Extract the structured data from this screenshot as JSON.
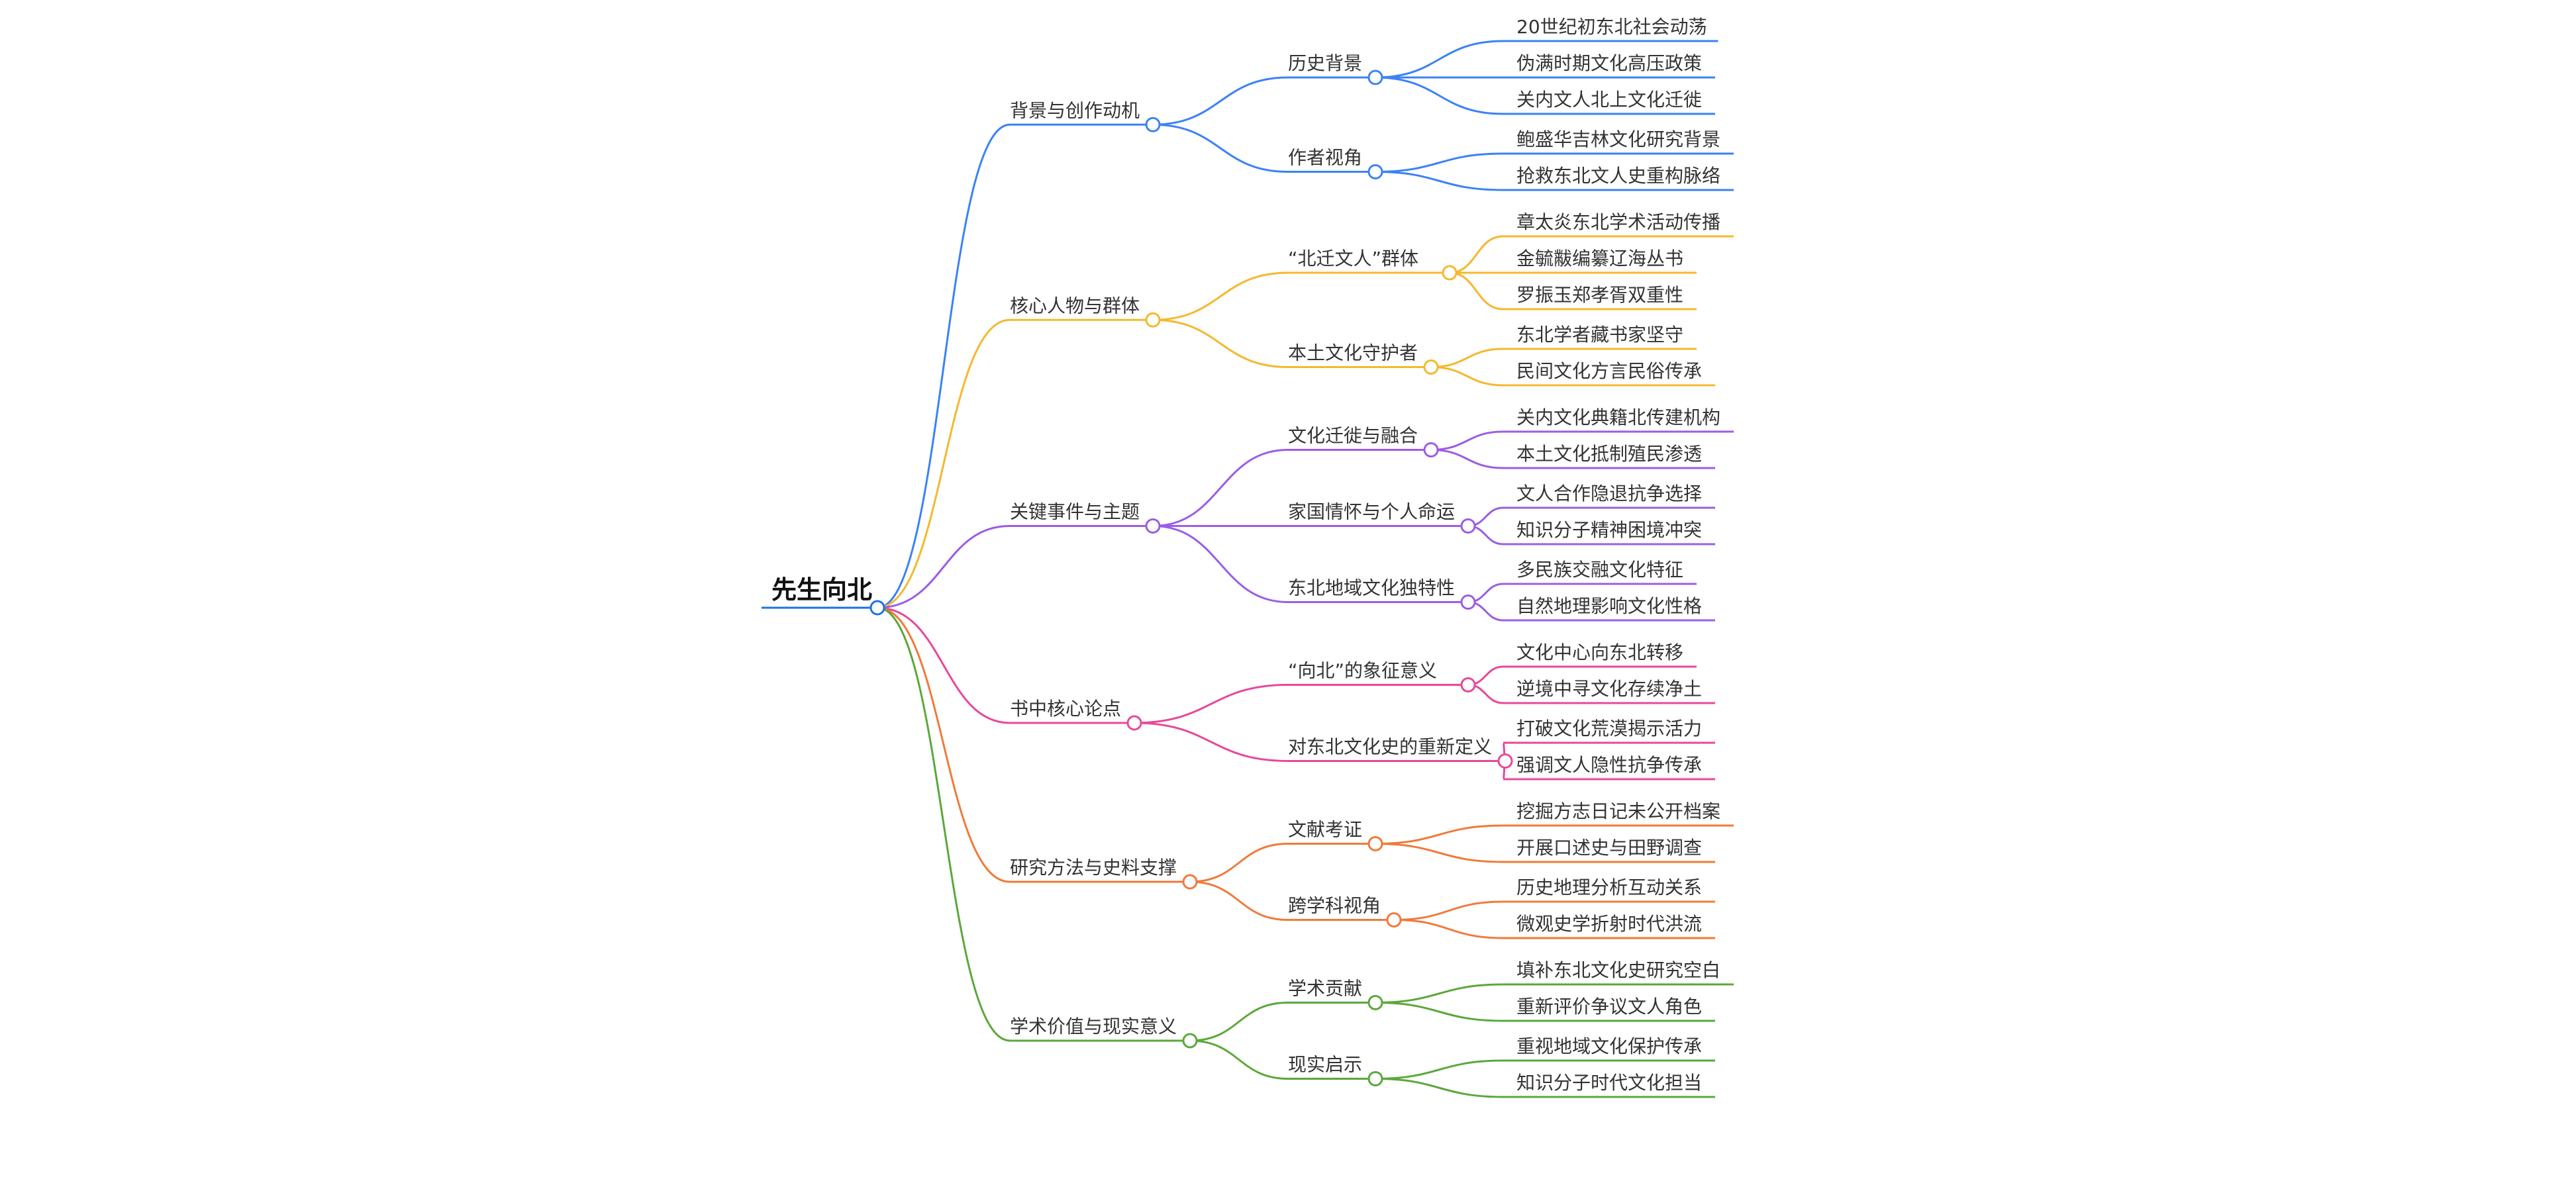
{
  "root": {
    "label": "先生向北",
    "color": "#1a73e8"
  },
  "branches": [
    {
      "label": "背景与创作动机",
      "color": "#3b82f6",
      "children": [
        {
          "label": "历史背景",
          "children": [
            "20世纪初东北社会动荡",
            "伪满时期文化高压政策",
            "关内文人北上文化迁徙"
          ]
        },
        {
          "label": "作者视角",
          "children": [
            "鲍盛华吉林文化研究背景",
            "抢救东北文人史重构脉络"
          ]
        }
      ]
    },
    {
      "label": "核心人物与群体",
      "color": "#f5b82e",
      "children": [
        {
          "label": "“北迁文人”群体",
          "children": [
            "章太炎东北学术活动传播",
            "金毓黻编纂辽海丛书",
            "罗振玉郑孝胥双重性"
          ]
        },
        {
          "label": "本土文化守护者",
          "children": [
            "东北学者藏书家坚守",
            "民间文化方言民俗传承"
          ]
        }
      ]
    },
    {
      "label": "关键事件与主题",
      "color": "#9b5de5",
      "children": [
        {
          "label": "文化迁徙与融合",
          "children": [
            "关内文化典籍北传建机构",
            "本土文化抵制殖民渗透"
          ]
        },
        {
          "label": "家国情怀与个人命运",
          "children": [
            "文人合作隐退抗争选择",
            "知识分子精神困境冲突"
          ]
        },
        {
          "label": "东北地域文化独特性",
          "children": [
            "多民族交融文化特征",
            "自然地理影响文化性格"
          ]
        }
      ]
    },
    {
      "label": "书中核心论点",
      "color": "#e8489a",
      "children": [
        {
          "label": "“向北”的象征意义",
          "children": [
            "文化中心向东北转移",
            "逆境中寻文化存续净土"
          ]
        },
        {
          "label": "对东北文化史的重新定义",
          "children": [
            "打破文化荒漠揭示活力",
            "强调文人隐性抗争传承"
          ]
        }
      ]
    },
    {
      "label": "研究方法与史料支撑",
      "color": "#f07a3a",
      "children": [
        {
          "label": "文献考证",
          "children": [
            "挖掘方志日记未公开档案",
            "开展口述史与田野调查"
          ]
        },
        {
          "label": "跨学科视角",
          "children": [
            "历史地理分析互动关系",
            "微观史学折射时代洪流"
          ]
        }
      ]
    },
    {
      "label": "学术价值与现实意义",
      "color": "#5aa83a",
      "children": [
        {
          "label": "学术贡献",
          "children": [
            "填补东北文化史研究空白",
            "重新评价争议文人角色"
          ]
        },
        {
          "label": "现实启示",
          "children": [
            "重视地域文化保护传承",
            "知识分子时代文化担当"
          ]
        }
      ]
    }
  ]
}
